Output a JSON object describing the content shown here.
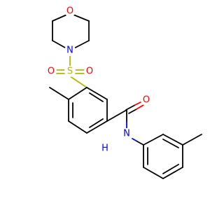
{
  "atoms": {
    "o_morpholine": {
      "label": "O",
      "color": "#ff0000"
    },
    "n_morpholine": {
      "label": "N",
      "color": "#0000ff"
    },
    "s_sulfonyl": {
      "label": "S",
      "color": "#b5b500"
    },
    "o_sulfonyl_left": {
      "label": "O",
      "color": "#ff0000"
    },
    "o_sulfonyl_right": {
      "label": "O",
      "color": "#ff0000"
    },
    "o_carbonyl": {
      "label": "O",
      "color": "#ff0000"
    },
    "n_amide": {
      "label": "N",
      "color": "#0000ff"
    },
    "h_amide": {
      "label": "H",
      "color": "#0000ff"
    }
  }
}
